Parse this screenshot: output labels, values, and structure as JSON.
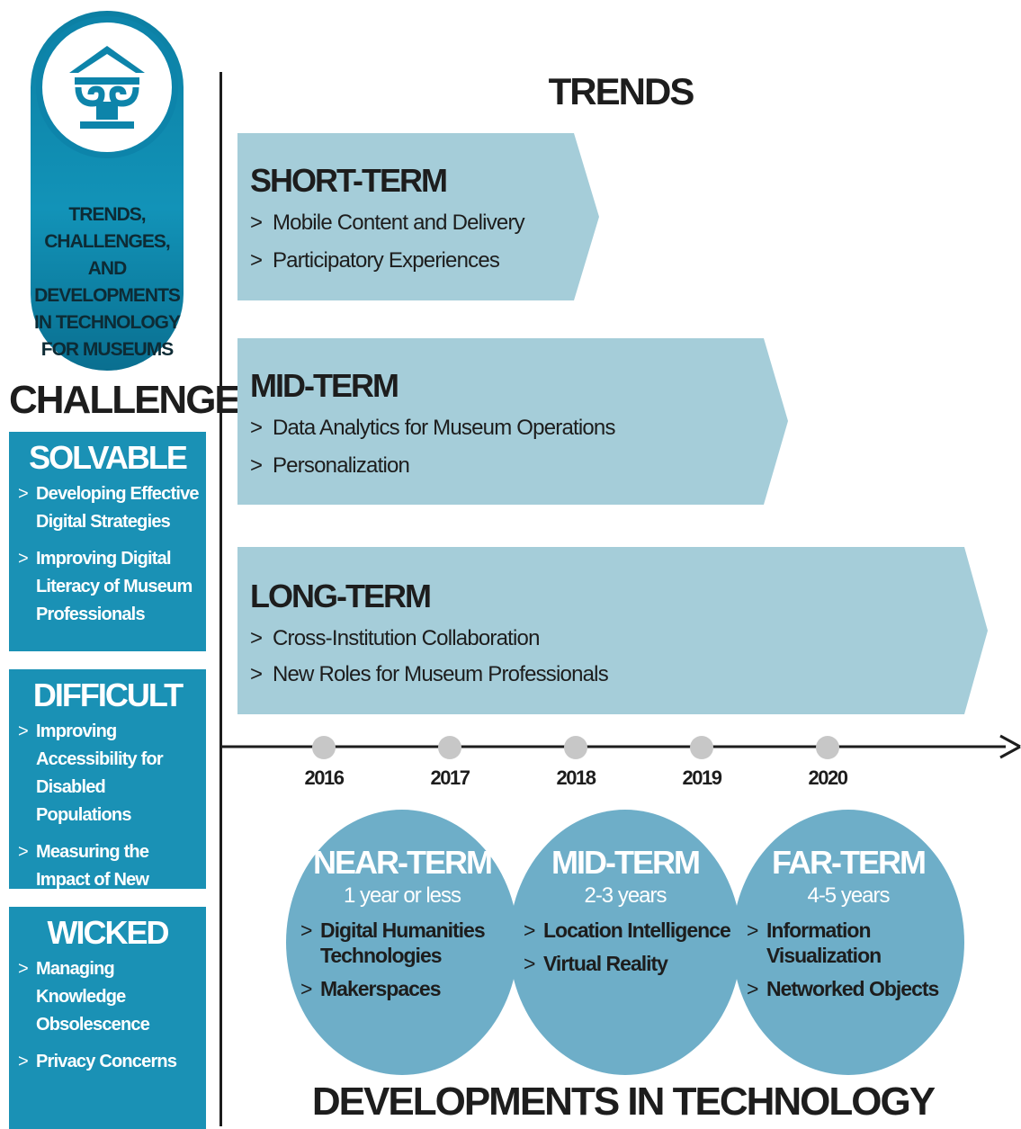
{
  "badge": {
    "text": "TRENDS,\nCHALLENGES, AND\nDEVELOPMENTS\nIN TECHNOLOGY\nFOR MUSEUMS"
  },
  "challenges": {
    "title": "CHALLENGES",
    "groups": [
      {
        "title": "SOLVABLE",
        "items": [
          "Developing Effective Digital Strategies",
          "Improving Digital Literacy of Museum Professionals"
        ]
      },
      {
        "title": "DIFFICULT",
        "items": [
          "Improving Accessibility for Disabled Populations",
          "Measuring the Impact of New Technologies"
        ]
      },
      {
        "title": "WICKED",
        "items": [
          "Managing Knowledge Obsolescence",
          "Privacy Concerns"
        ]
      }
    ]
  },
  "trends": {
    "title": "TRENDS",
    "groups": [
      {
        "title": "SHORT-TERM",
        "items": [
          "Mobile Content and Delivery",
          "Participatory Experiences"
        ]
      },
      {
        "title": "MID-TERM",
        "items": [
          "Data Analytics for Museum Operations",
          "Personalization"
        ]
      },
      {
        "title": "LONG-TERM",
        "items": [
          "Cross-Institution Collaboration",
          "New Roles for Museum Professionals"
        ]
      }
    ]
  },
  "timeline": {
    "years": [
      "2016",
      "2017",
      "2018",
      "2019",
      "2020"
    ]
  },
  "developments": {
    "title": "DEVELOPMENTS IN TECHNOLOGY",
    "groups": [
      {
        "title": "NEAR-TERM",
        "subtitle": "1 year or less",
        "items": [
          "Digital Humanities Technologies",
          "Makerspaces"
        ]
      },
      {
        "title": "MID-TERM",
        "subtitle": "2-3 years",
        "items": [
          "Location Intelligence",
          "Virtual Reality"
        ]
      },
      {
        "title": "FAR-TERM",
        "subtitle": "4-5 years",
        "items": [
          "Information Visualization",
          "Networked Objects"
        ]
      }
    ]
  },
  "marker": ">",
  "colors": {
    "challenge_box": "#1a91b5",
    "trend_arrow": "#a5cdd9",
    "development_circle": "#6eaec8",
    "badge": "#0d84aa",
    "year_dot": "#c7c7c7"
  }
}
